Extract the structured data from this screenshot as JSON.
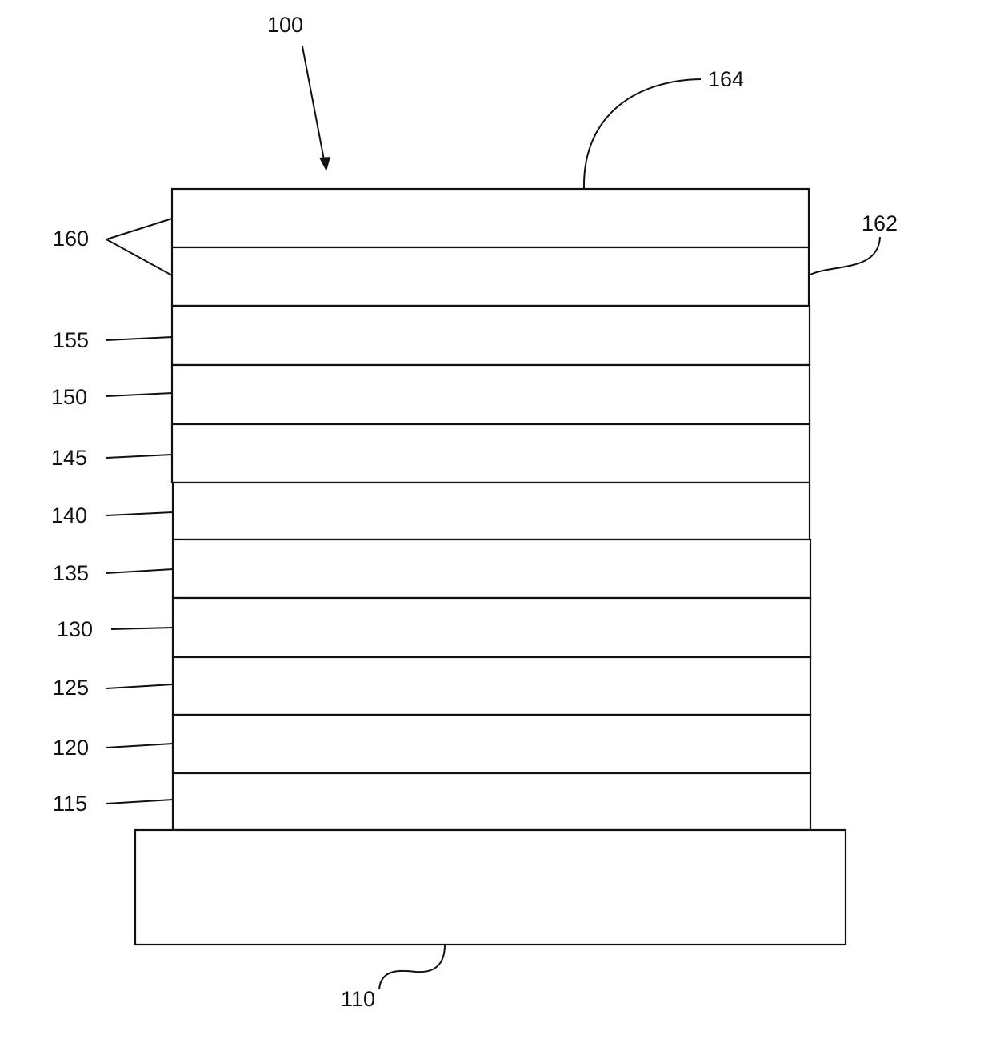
{
  "figure": {
    "device_label": "100",
    "top_surface_label": "164",
    "side_surface_label": "162",
    "substrate_label": "110",
    "top_layers_label": "160",
    "layers": [
      {
        "label": "155"
      },
      {
        "label": "150"
      },
      {
        "label": "145"
      },
      {
        "label": "140"
      },
      {
        "label": "135"
      },
      {
        "label": "130"
      },
      {
        "label": "125"
      },
      {
        "label": "120"
      },
      {
        "label": "115"
      }
    ]
  }
}
